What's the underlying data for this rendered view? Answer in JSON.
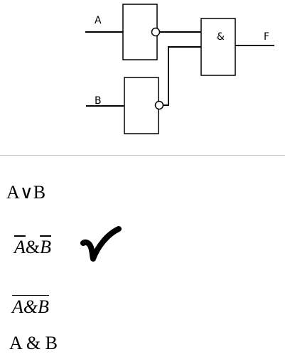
{
  "diagram": {
    "input_a": "A",
    "input_b": "B",
    "gate_and_symbol": "&",
    "output": "F"
  },
  "options": [
    {
      "text": "A∨B"
    },
    {
      "left": "A",
      "mid": "&",
      "right": "B",
      "selected": true
    },
    {
      "text": "A&B"
    },
    {
      "text": "A & B"
    }
  ],
  "colors": {
    "line": "#000000",
    "divider": "#c8c8c8"
  }
}
